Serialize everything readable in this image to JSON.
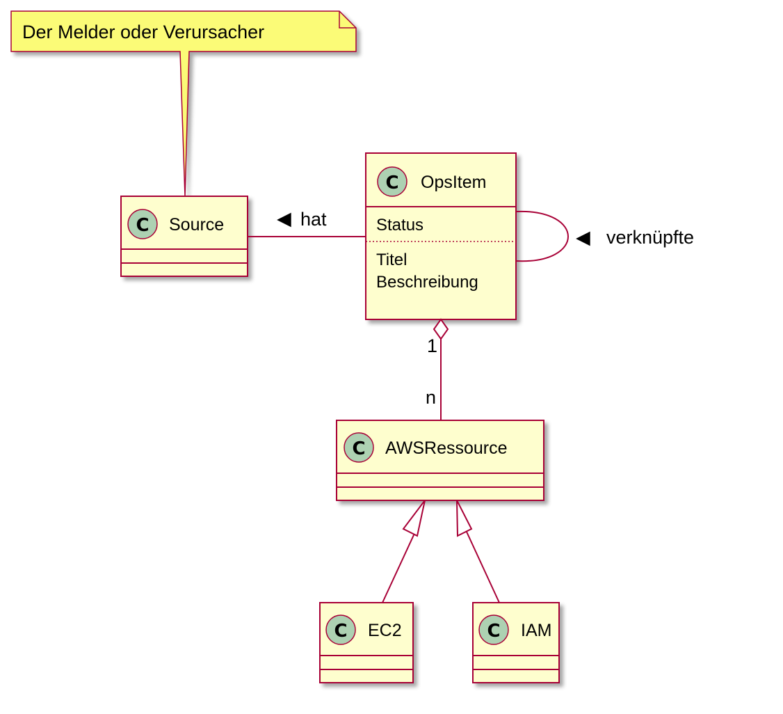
{
  "colors": {
    "class_fill": "#FEFECE",
    "class_border": "#A80036",
    "note_fill": "#FBFB77",
    "circle_fill": "#ADD1B2",
    "line": "#A80036"
  },
  "note": {
    "text": "Der Melder oder Verursacher"
  },
  "classes": {
    "source": {
      "glyph": "C",
      "name": "Source"
    },
    "opsitem": {
      "glyph": "C",
      "name": "OpsItem",
      "attr_status": "Status",
      "attr_titel": "Titel",
      "attr_beschreibung": "Beschreibung"
    },
    "awsressource": {
      "glyph": "C",
      "name": "AWSRessource"
    },
    "ec2": {
      "glyph": "C",
      "name": "EC2"
    },
    "iam": {
      "glyph": "C",
      "name": "IAM"
    }
  },
  "relations": {
    "hat": {
      "label": "hat",
      "arrow": "◀"
    },
    "verknuepfte": {
      "label": "verknüpfte",
      "arrow": "◀"
    },
    "aggregation": {
      "from_multiplicity": "1",
      "to_multiplicity": "n"
    }
  }
}
